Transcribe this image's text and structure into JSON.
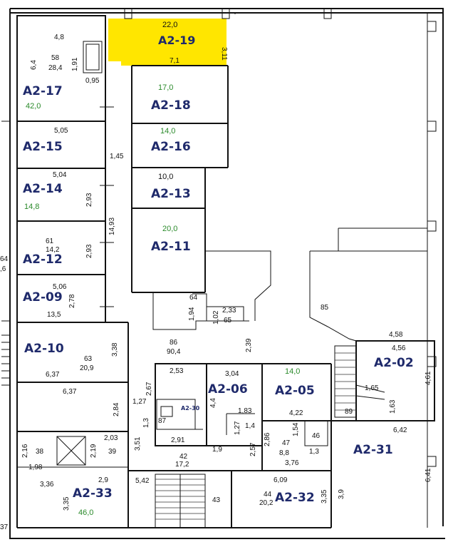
{
  "highlight_color": "#ffe600",
  "label_color": "#1f2a6b",
  "area_color": "#2a8a2a",
  "rooms": {
    "a2_19": {
      "label": "A2-19",
      "area": "22,0"
    },
    "a2_17": {
      "label": "A2-17",
      "area": "42,0"
    },
    "a2_18": {
      "label": "A2-18",
      "area": "17,0"
    },
    "a2_16": {
      "label": "A2-16",
      "area": "14,0"
    },
    "a2_15": {
      "label": "A2-15"
    },
    "a2_14": {
      "label": "A2-14",
      "area": "14,8"
    },
    "a2_13": {
      "label": "A2-13",
      "area": "10,0"
    },
    "a2_12": {
      "label": "A2-12"
    },
    "a2_11": {
      "label": "A2-11",
      "area": "20,0"
    },
    "a2_09": {
      "label": "A2-09"
    },
    "a2_10": {
      "label": "A2-10"
    },
    "a2_06": {
      "label": "A2-06"
    },
    "a2_05": {
      "label": "A2-05",
      "area": "14,0"
    },
    "a2_30": {
      "label": "A2-30"
    },
    "a2_02": {
      "label": "A2-02"
    },
    "a2_31": {
      "label": "A2-31"
    },
    "a2_33": {
      "label": "A2-33",
      "area": "46,0"
    },
    "a2_32": {
      "label": "A2-32"
    }
  },
  "dims": {
    "d_4_8": "4,8",
    "d_6_4": "6,4",
    "d_58": "58",
    "d_28_4": "28,4",
    "d_1_91": "1,91",
    "d_0_95": "0,95",
    "d_3_11": "3,11",
    "d_7_1": "7,1",
    "d_5_05": "5,05",
    "d_1_45": "1,45",
    "d_5_04": "5,04",
    "d_2_93a": "2,93",
    "d_14_93": "14,93",
    "d_61": "61",
    "d_14_2": "14,2",
    "d_2_93b": "2,93",
    "d_5_06": "5,06",
    "d_2_78": "2,78",
    "d_13_5": "13,5",
    "d_64": "64",
    "d_1_94": "1,94",
    "d_1_02": "1,02",
    "d_2_33": "2,33",
    "d_65": "65",
    "d_85": "85",
    "d_86": "86",
    "d_90_4": "90,4",
    "d_2_39": "2,39",
    "d_3_38": "3,38",
    "d_63": "63",
    "d_20_9": "20,9",
    "d_6_37a": "6,37",
    "d_6_37b": "6,37",
    "d_4_58": "4,58",
    "d_4_56": "4,56",
    "d_4_61": "4,61",
    "d_2_53": "2,53",
    "d_3_04": "3,04",
    "d_2_67": "2,67",
    "d_1_27a": "1,27",
    "d_2_84": "2,84",
    "d_4_4": "4,4",
    "d_1_83": "1,83",
    "d_87": "87",
    "d_1_3": "1,3",
    "d_1_27b": "1,27",
    "d_1_4": "1,4",
    "d_1_65": "1,65",
    "d_1_63": "1,63",
    "d_89": "89",
    "d_4_22": "4,22",
    "d_2_03": "2,03",
    "d_2_91": "2,91",
    "d_2_16": "2,16",
    "d_38": "38",
    "d_2_19": "2,19",
    "d_39": "39",
    "d_3_51": "3,51",
    "d_1_98": "1,98",
    "d_1_9": "1,9",
    "d_2_57": "2,57",
    "d_2_86": "2,86",
    "d_1_54": "1,54",
    "d_47": "47",
    "d_8_8": "8,8",
    "d_46": "46",
    "d_1_3b": "1,3",
    "d_6_42": "6,42",
    "d_42": "42",
    "d_17_2": "17,2",
    "d_3_76": "3,76",
    "d_2_9": "2,9",
    "d_3_36": "3,36",
    "d_5_42": "5,42",
    "d_6_09": "6,09",
    "d_6_41": "6,41",
    "d_3_35a": "3,35",
    "d_43": "43",
    "d_44": "44",
    "d_20_2": "20,2",
    "d_3_35b": "3,35",
    "d_3_9": "3,9",
    "d_64_l": "64",
    "d_6_l": ",6",
    "d_37_l": "37"
  }
}
